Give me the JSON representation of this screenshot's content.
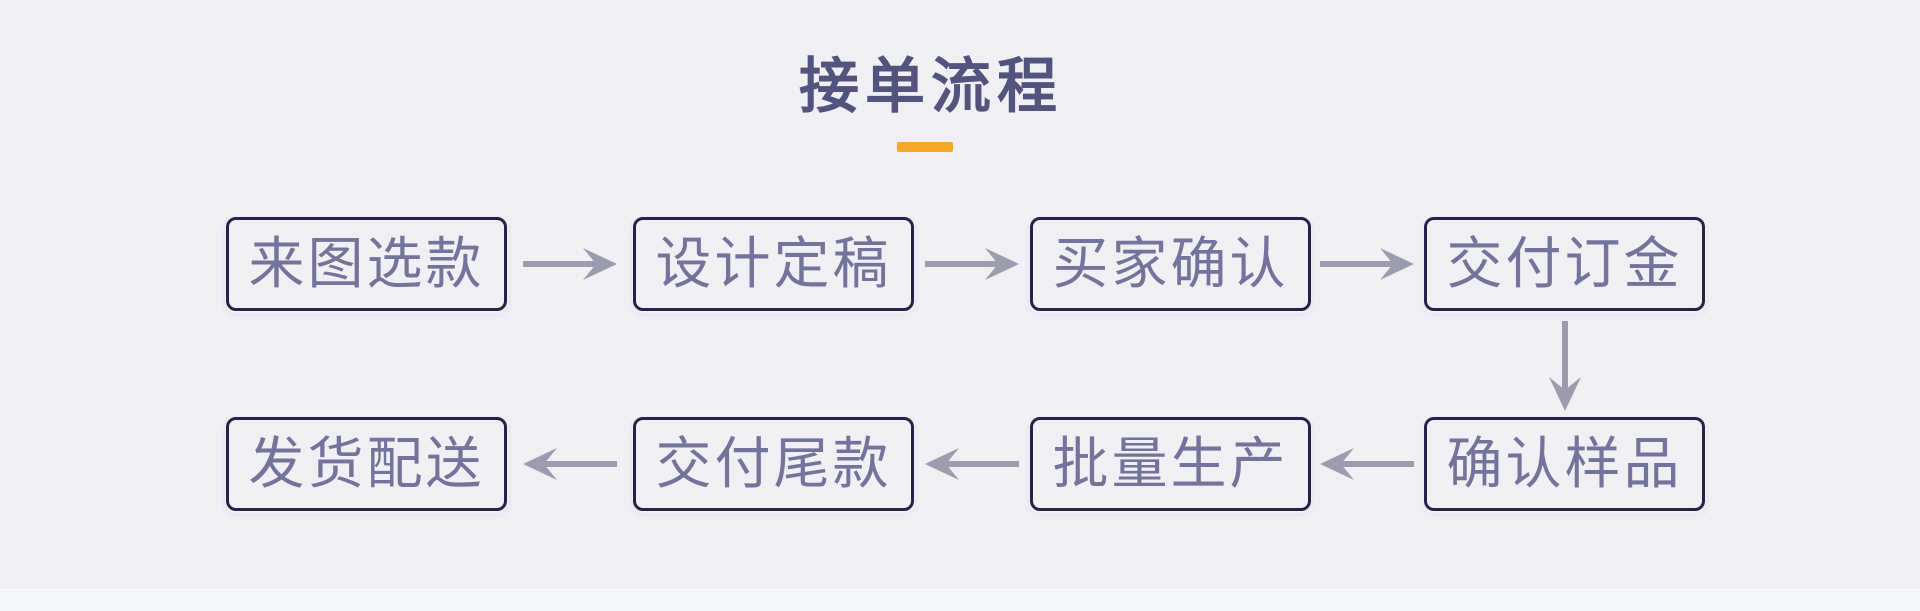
{
  "page": {
    "title": "接单流程"
  },
  "colors": {
    "accent": "#f8a824",
    "arrow": "#9b9cad",
    "box-border": "#22244a",
    "box-text": "#73749b",
    "title-text": "#53547d",
    "background": "#efeff4",
    "footer-strip": "#f5f6fa"
  },
  "flow": {
    "steps": [
      {
        "order": 1,
        "label": "来图选款"
      },
      {
        "order": 2,
        "label": "设计定稿"
      },
      {
        "order": 3,
        "label": "买家确认"
      },
      {
        "order": 4,
        "label": "交付订金"
      },
      {
        "order": 5,
        "label": "确认样品"
      },
      {
        "order": 6,
        "label": "批量生产"
      },
      {
        "order": 7,
        "label": "交付尾款"
      },
      {
        "order": 8,
        "label": "发货配送"
      }
    ],
    "connections": [
      {
        "from": "来图选款",
        "to": "设计定稿",
        "direction": "right"
      },
      {
        "from": "设计定稿",
        "to": "买家确认",
        "direction": "right"
      },
      {
        "from": "买家确认",
        "to": "交付订金",
        "direction": "right"
      },
      {
        "from": "交付订金",
        "to": "确认样品",
        "direction": "down"
      },
      {
        "from": "确认样品",
        "to": "批量生产",
        "direction": "left"
      },
      {
        "from": "批量生产",
        "to": "交付尾款",
        "direction": "left"
      },
      {
        "from": "交付尾款",
        "to": "发货配送",
        "direction": "left"
      }
    ]
  }
}
